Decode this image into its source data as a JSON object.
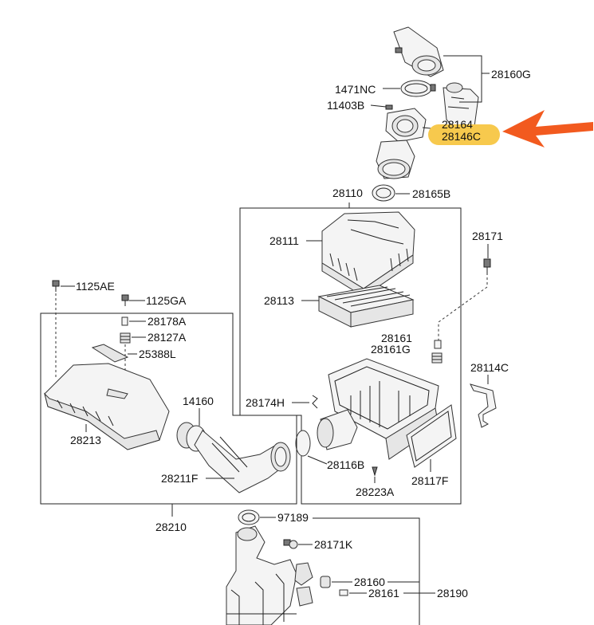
{
  "colors": {
    "highlight": "#f7c94d",
    "arrow": "#f25a1f",
    "line": "#222222"
  },
  "labels": {
    "l_28160G": "28160G",
    "l_1471NC": "1471NC",
    "l_11403B": "11403B",
    "l_28164": "28164",
    "l_28146C": "28146C",
    "l_28110": "28110",
    "l_28165B": "28165B",
    "l_28111": "28111",
    "l_28171": "28171",
    "l_1125AE": "1125AE",
    "l_1125GA": "1125GA",
    "l_28113": "28113",
    "l_28178A": "28178A",
    "l_28127A": "28127A",
    "l_28161a": "28161",
    "l_28161G": "28161G",
    "l_25388L": "25388L",
    "l_28114C": "28114C",
    "l_14160": "14160",
    "l_28174H": "28174H",
    "l_28213": "28213",
    "l_28211F": "28211F",
    "l_28116B": "28116B",
    "l_28117F": "28117F",
    "l_28223A": "28223A",
    "l_28210": "28210",
    "l_97189": "97189",
    "l_28171K": "28171K",
    "l_28160": "28160",
    "l_28161b": "28161",
    "l_28190": "28190"
  }
}
